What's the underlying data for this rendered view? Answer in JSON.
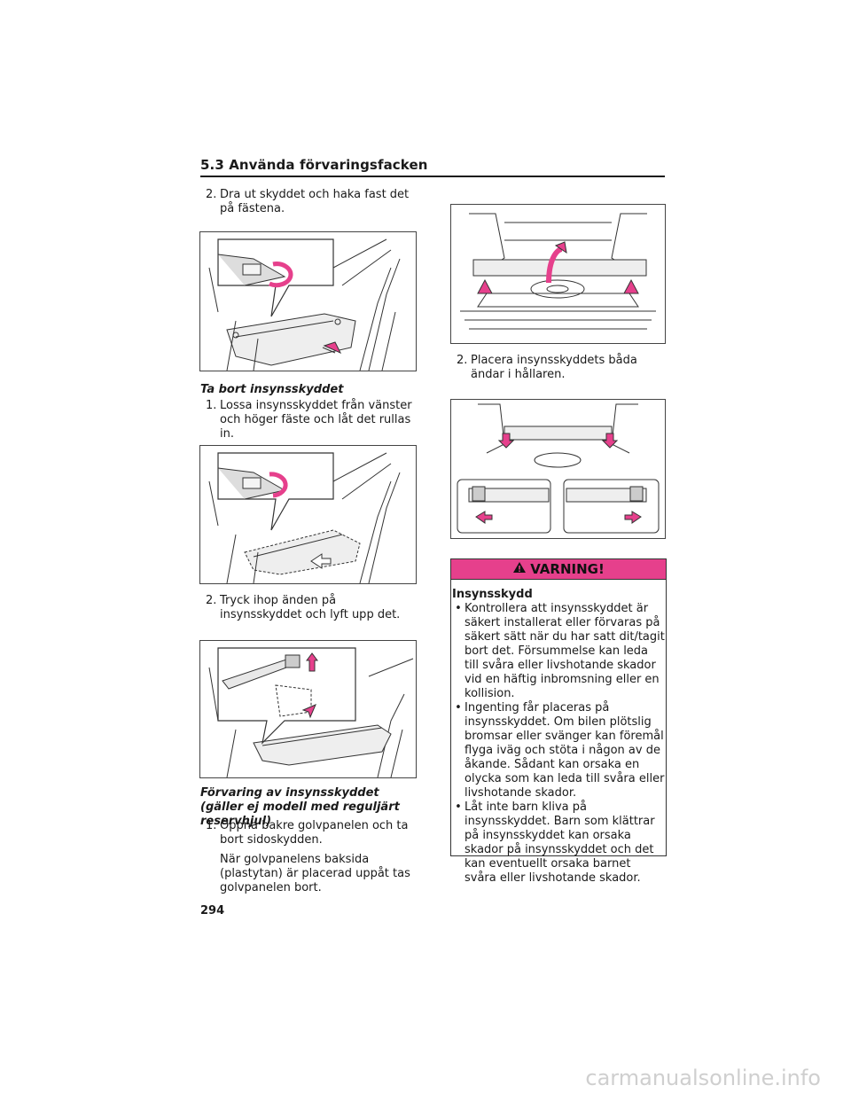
{
  "header": {
    "section": "5.3 Använda förvaringsfacken"
  },
  "left": {
    "step_a": {
      "num": "2.",
      "text": "Dra ut skyddet och haka fast det på fästena."
    },
    "remove_heading": "Ta bort insynsskyddet",
    "remove_step1": {
      "num": "1.",
      "text": "Lossa insynsskyddet från vänster och höger fäste och låt det rullas in."
    },
    "remove_step2": {
      "num": "2.",
      "text": "Tryck ihop änden på insynsskyddet och lyft upp det."
    },
    "storage_heading": "Förvaring av insynsskyddet (gäller ej modell med reguljärt reservhjul)",
    "storage_step1": {
      "num": "1.",
      "text": "Öppna bakre golvpanelen och ta bort sidoskydden."
    },
    "storage_note": "När golvpanelens baksida (plastytan) är placerad uppåt tas golvpanelen bort."
  },
  "right": {
    "step2": {
      "num": "2.",
      "text": "Placera insynsskyddets båda ändar i hållaren."
    },
    "warning": {
      "label": "VARNING!",
      "title": "Insynsskydd",
      "bullets": [
        "Kontrollera att insynsskyddet är säkert installerat eller förvaras på säkert sätt när du har satt dit/tagit bort det. Försummelse kan leda till svåra eller livshotande skador vid en häftig inbromsning eller en kollision.",
        "Ingenting får placeras på insynsskyddet. Om bilen plötslig bromsar eller svänger kan föremål flyga iväg och stöta i någon av de åkande. Sådant kan orsaka en olycka som kan leda till svåra eller livshotande skador.",
        "Låt inte barn kliva på insynsskyddet. Barn som klättrar på insynsskyddet kan orsaka skador på insynsskyddet och det kan eventuellt orsaka barnet svåra eller livshotande skador."
      ],
      "bullet_char": "•"
    }
  },
  "page_number": "294",
  "watermark": "carmanualsonline.info",
  "colors": {
    "accent": "#e6408c",
    "text": "#1a1a1a"
  }
}
